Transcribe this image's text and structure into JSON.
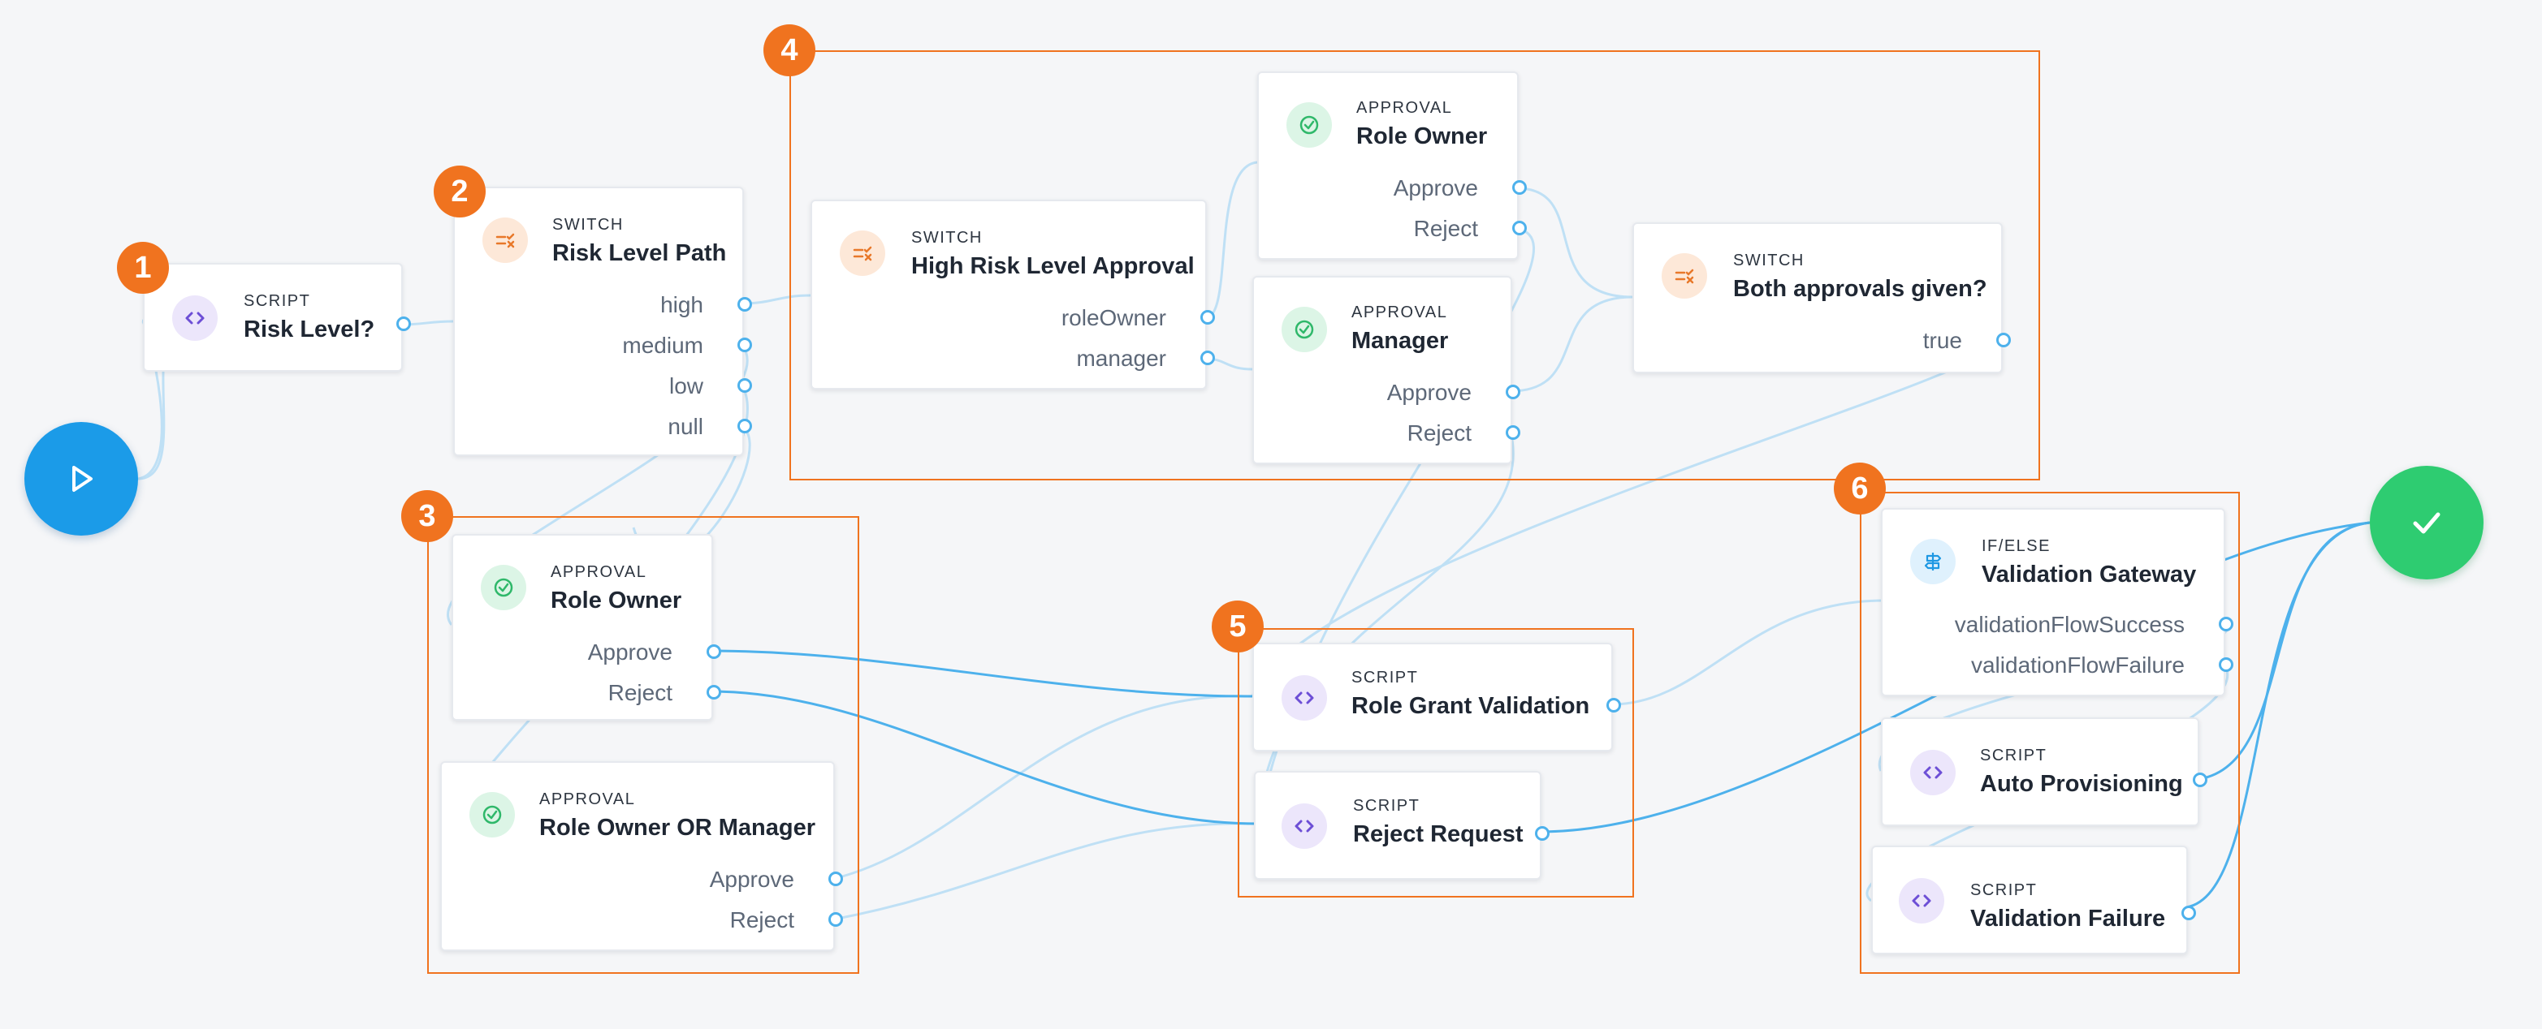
{
  "groups": [
    {
      "badge": "1"
    },
    {
      "badge": "2"
    },
    {
      "badge": "3"
    },
    {
      "badge": "4"
    },
    {
      "badge": "5"
    },
    {
      "badge": "6"
    }
  ],
  "nodes": {
    "risk_level": {
      "type": "SCRIPT",
      "title": "Risk Level?"
    },
    "risk_level_path": {
      "type": "SWITCH",
      "title": "Risk Level Path",
      "outcomes": [
        "high",
        "medium",
        "low",
        "null"
      ]
    },
    "role_owner_low": {
      "type": "APPROVAL",
      "title": "Role Owner",
      "outcomes": [
        "Approve",
        "Reject"
      ]
    },
    "role_owner_or_manager": {
      "type": "APPROVAL",
      "title": "Role Owner OR Manager",
      "outcomes": [
        "Approve",
        "Reject"
      ]
    },
    "high_risk_approval": {
      "type": "SWITCH",
      "title": "High Risk Level Approval",
      "outcomes": [
        "roleOwner",
        "manager"
      ]
    },
    "role_owner_high": {
      "type": "APPROVAL",
      "title": "Role Owner",
      "outcomes": [
        "Approve",
        "Reject"
      ]
    },
    "manager": {
      "type": "APPROVAL",
      "title": "Manager",
      "outcomes": [
        "Approve",
        "Reject"
      ]
    },
    "both_approvals": {
      "type": "SWITCH",
      "title": "Both approvals given?",
      "outcomes": [
        "true"
      ]
    },
    "role_grant_validation": {
      "type": "SCRIPT",
      "title": "Role Grant Validation"
    },
    "reject_request": {
      "type": "SCRIPT",
      "title": "Reject Request"
    },
    "validation_gateway": {
      "type": "IF/ELSE",
      "title": "Validation Gateway",
      "outcomes": [
        "validationFlowSuccess",
        "validationFlowFailure"
      ]
    },
    "auto_provisioning": {
      "type": "SCRIPT",
      "title": "Auto Provisioning"
    },
    "validation_failure": {
      "type": "SCRIPT",
      "title": "Validation Failure"
    }
  },
  "colors": {
    "group_border": "#f0731f",
    "wire_highlight": "#4db1ec",
    "wire_faint": "#bfe0f5",
    "start": "#1b9be8",
    "end": "#2ecc71"
  },
  "icons": {
    "start": "play-icon",
    "end": "check-icon",
    "script": "code-icon",
    "switch": "switch-icon",
    "approval": "check-circle-icon",
    "ifelse": "signpost-icon"
  }
}
